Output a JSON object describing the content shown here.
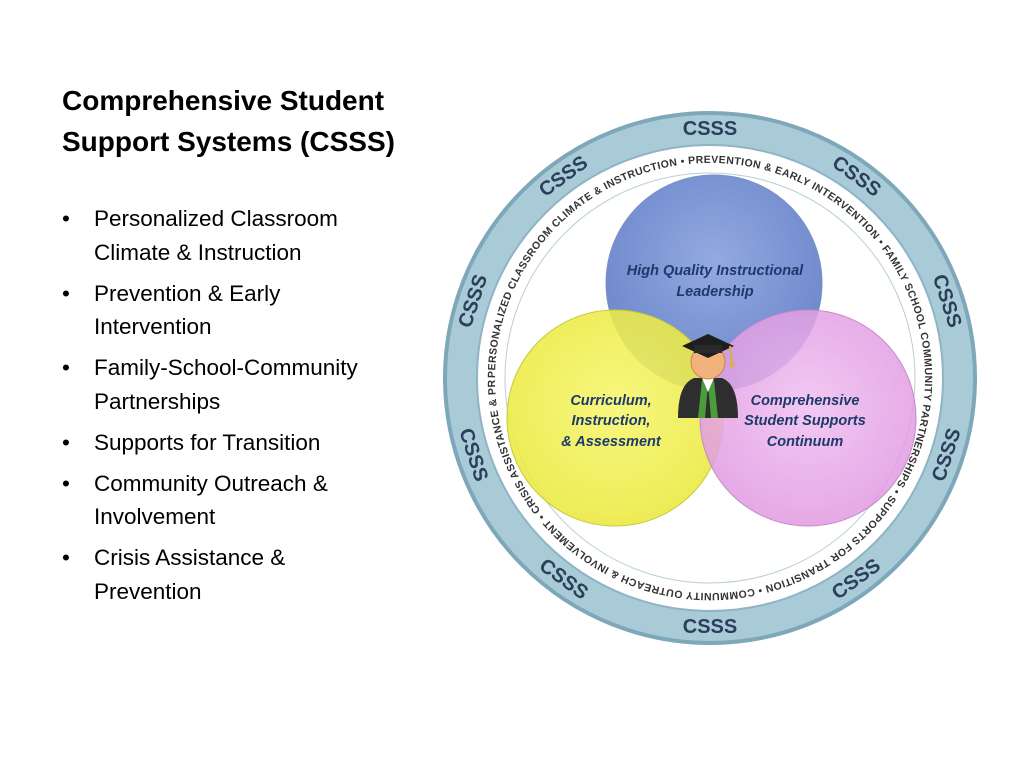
{
  "slide": {
    "title_line1": "Comprehensive Student",
    "title_line2": "Support Systems (CSSS)",
    "bullets": [
      {
        "line1": "Personalized Classroom",
        "line2": "Climate & Instruction"
      },
      {
        "line1": "Prevention & Early",
        "line2": "Intervention"
      },
      {
        "line1": "Family-School-Community",
        "line2": "Partnerships"
      },
      {
        "line1": "Supports for Transition",
        "line2": ""
      },
      {
        "line1": "Community Outreach &",
        "line2": "Involvement"
      },
      {
        "line1": "Crisis Assistance &",
        "line2": "Prevention"
      }
    ]
  },
  "diagram": {
    "ring_label": "CSSS",
    "ring_text": "PERSONALIZED CLASSROOM CLIMATE & INSTRUCTION • PREVENTION & EARLY INTERVENTION • FAMILY SCHOOL COMMUNITY PARTNERSHIPS • SUPPORTS FOR TRANSITION • COMMUNITY OUTREACH & INVOLVEMENT • CRISIS ASSISTANCE & PREVENTION •",
    "circles": {
      "top": {
        "line1": "High Quality Instructional",
        "line2": "Leadership",
        "line3": ""
      },
      "left": {
        "line1": "Curriculum,",
        "line2": "Instruction,",
        "line3": "& Assessment"
      },
      "right": {
        "line1": "Comprehensive",
        "line2": "Student Supports",
        "line3": "Continuum"
      }
    },
    "center_icon": "graduate-student-icon",
    "colors": {
      "ring_outer": "#a9cbd8",
      "ring_border": "#7ea7ba",
      "top_circle": "#6d88cf",
      "left_circle": "#f0ef4a",
      "right_circle": "#e7a6e8",
      "label_text": "#1c3a6b"
    }
  }
}
